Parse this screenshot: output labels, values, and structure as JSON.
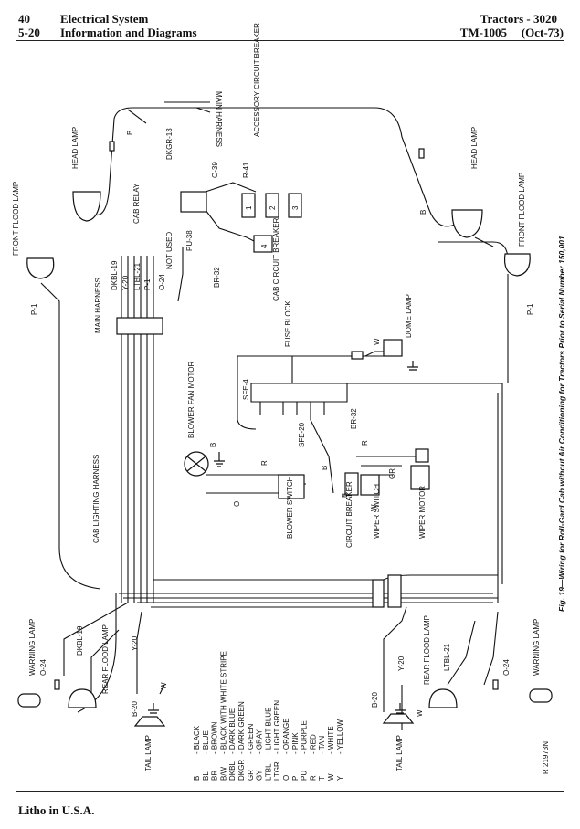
{
  "header": {
    "page_number": "40",
    "section": "5-20",
    "title": "Electrical System",
    "subtitle": "Information and Diagrams",
    "product": "Tractors - 3020",
    "manual": "TM-1005",
    "date": "(Oct-73)"
  },
  "caption": "Fig. 19—Wiring for Roll-Gard Cab without Air Conditioning for Tractors Prior to Serial Number 150,001",
  "figure_code": "R 21973N",
  "footer": "Litho in U.S.A.",
  "components": {
    "main_harness_top": "MAIN HARNESS",
    "main_harness_left": "MAIN HARNESS",
    "head_lamp_left": "HEAD LAMP",
    "head_lamp_right": "HEAD LAMP",
    "front_flood_left": "FRONT FLOOD LAMP",
    "front_flood_right": "FRONT FLOOD LAMP",
    "cab_relay": "CAB RELAY",
    "accessory_cb": "ACCESSORY CIRCUIT BREAKER",
    "cab_cb": "CAB CIRCUIT BREAKER",
    "fuse_block": "FUSE BLOCK",
    "dome_lamp": "DOME LAMP",
    "blower_fan_motor": "BLOWER FAN MOTOR",
    "blower_switch": "BLOWER SWITCH",
    "circuit_breaker": "CIRCUIT BREAKER",
    "wiper_switch": "WIPER SWITCH",
    "wiper_motor": "WIPER MOTOR",
    "cab_lighting_harness": "CAB LIGHTING HARNESS",
    "warning_lamp_left": "WARNING LAMP",
    "warning_lamp_right": "WARNING LAMP",
    "rear_flood_left": "REAR FLOOD LAMP",
    "rear_flood_right": "REAR FLOOD LAMP",
    "tail_lamp_left": "TAIL LAMP",
    "tail_lamp_right": "TAIL LAMP",
    "not_used": "NOT USED"
  },
  "wires": {
    "b_top": "B",
    "dkgr13": "DKGR-13",
    "r41": "R-41",
    "o39": "O-39",
    "pu38": "PU-38",
    "br32a": "BR-32",
    "br32b": "BR-32",
    "p1_left": "P-1",
    "p1_right": "P-1",
    "b_right": "B",
    "w_dome": "W",
    "sfe4": "SFE-4",
    "sfe20": "SFE-20",
    "b_fuse": "B",
    "b_blower": "B",
    "r_blower": "R",
    "o_blower": "O",
    "r_wiper": "R",
    "gr_wiper": "GR",
    "b_wiper": "B",
    "w_wiper": "W",
    "dkbl19_top": "DKBL-19",
    "y20_top": "Y-20",
    "ltbl21_top": "LTBL-21",
    "p1_top": "P-1",
    "o24_top": "O-24",
    "o24_left": "O-24",
    "dkbl19_left": "DKBL-19",
    "y20_left": "Y-20",
    "b20_left": "B-20",
    "w_left": "W",
    "o24_right": "O-24",
    "ltbl21_right": "LTBL-21",
    "y20_right": "Y-20",
    "b20_right": "B-20",
    "w_right": "W",
    "term1": "1",
    "term2": "2",
    "term3": "3",
    "term4": "4"
  },
  "legend": [
    {
      "code": "B",
      "name": "BLACK"
    },
    {
      "code": "BL",
      "name": "BLUE"
    },
    {
      "code": "BR",
      "name": "BROWN"
    },
    {
      "code": "B/W",
      "name": "BLACK WITH WHITE STRIPE"
    },
    {
      "code": "DKBL",
      "name": "DARK BLUE"
    },
    {
      "code": "DKGR",
      "name": "DARK GREEN"
    },
    {
      "code": "GR",
      "name": "GREEN"
    },
    {
      "code": "GY",
      "name": "GRAY"
    },
    {
      "code": "LTBL",
      "name": "LIGHT BLUE"
    },
    {
      "code": "LTGR",
      "name": "LIGHT GREEN"
    },
    {
      "code": "O",
      "name": "ORANGE"
    },
    {
      "code": "P",
      "name": "PINK"
    },
    {
      "code": "PU",
      "name": "PURPLE"
    },
    {
      "code": "R",
      "name": "RED"
    },
    {
      "code": "T",
      "name": "TAN"
    },
    {
      "code": "W",
      "name": "WHITE"
    },
    {
      "code": "Y",
      "name": "YELLOW"
    }
  ]
}
